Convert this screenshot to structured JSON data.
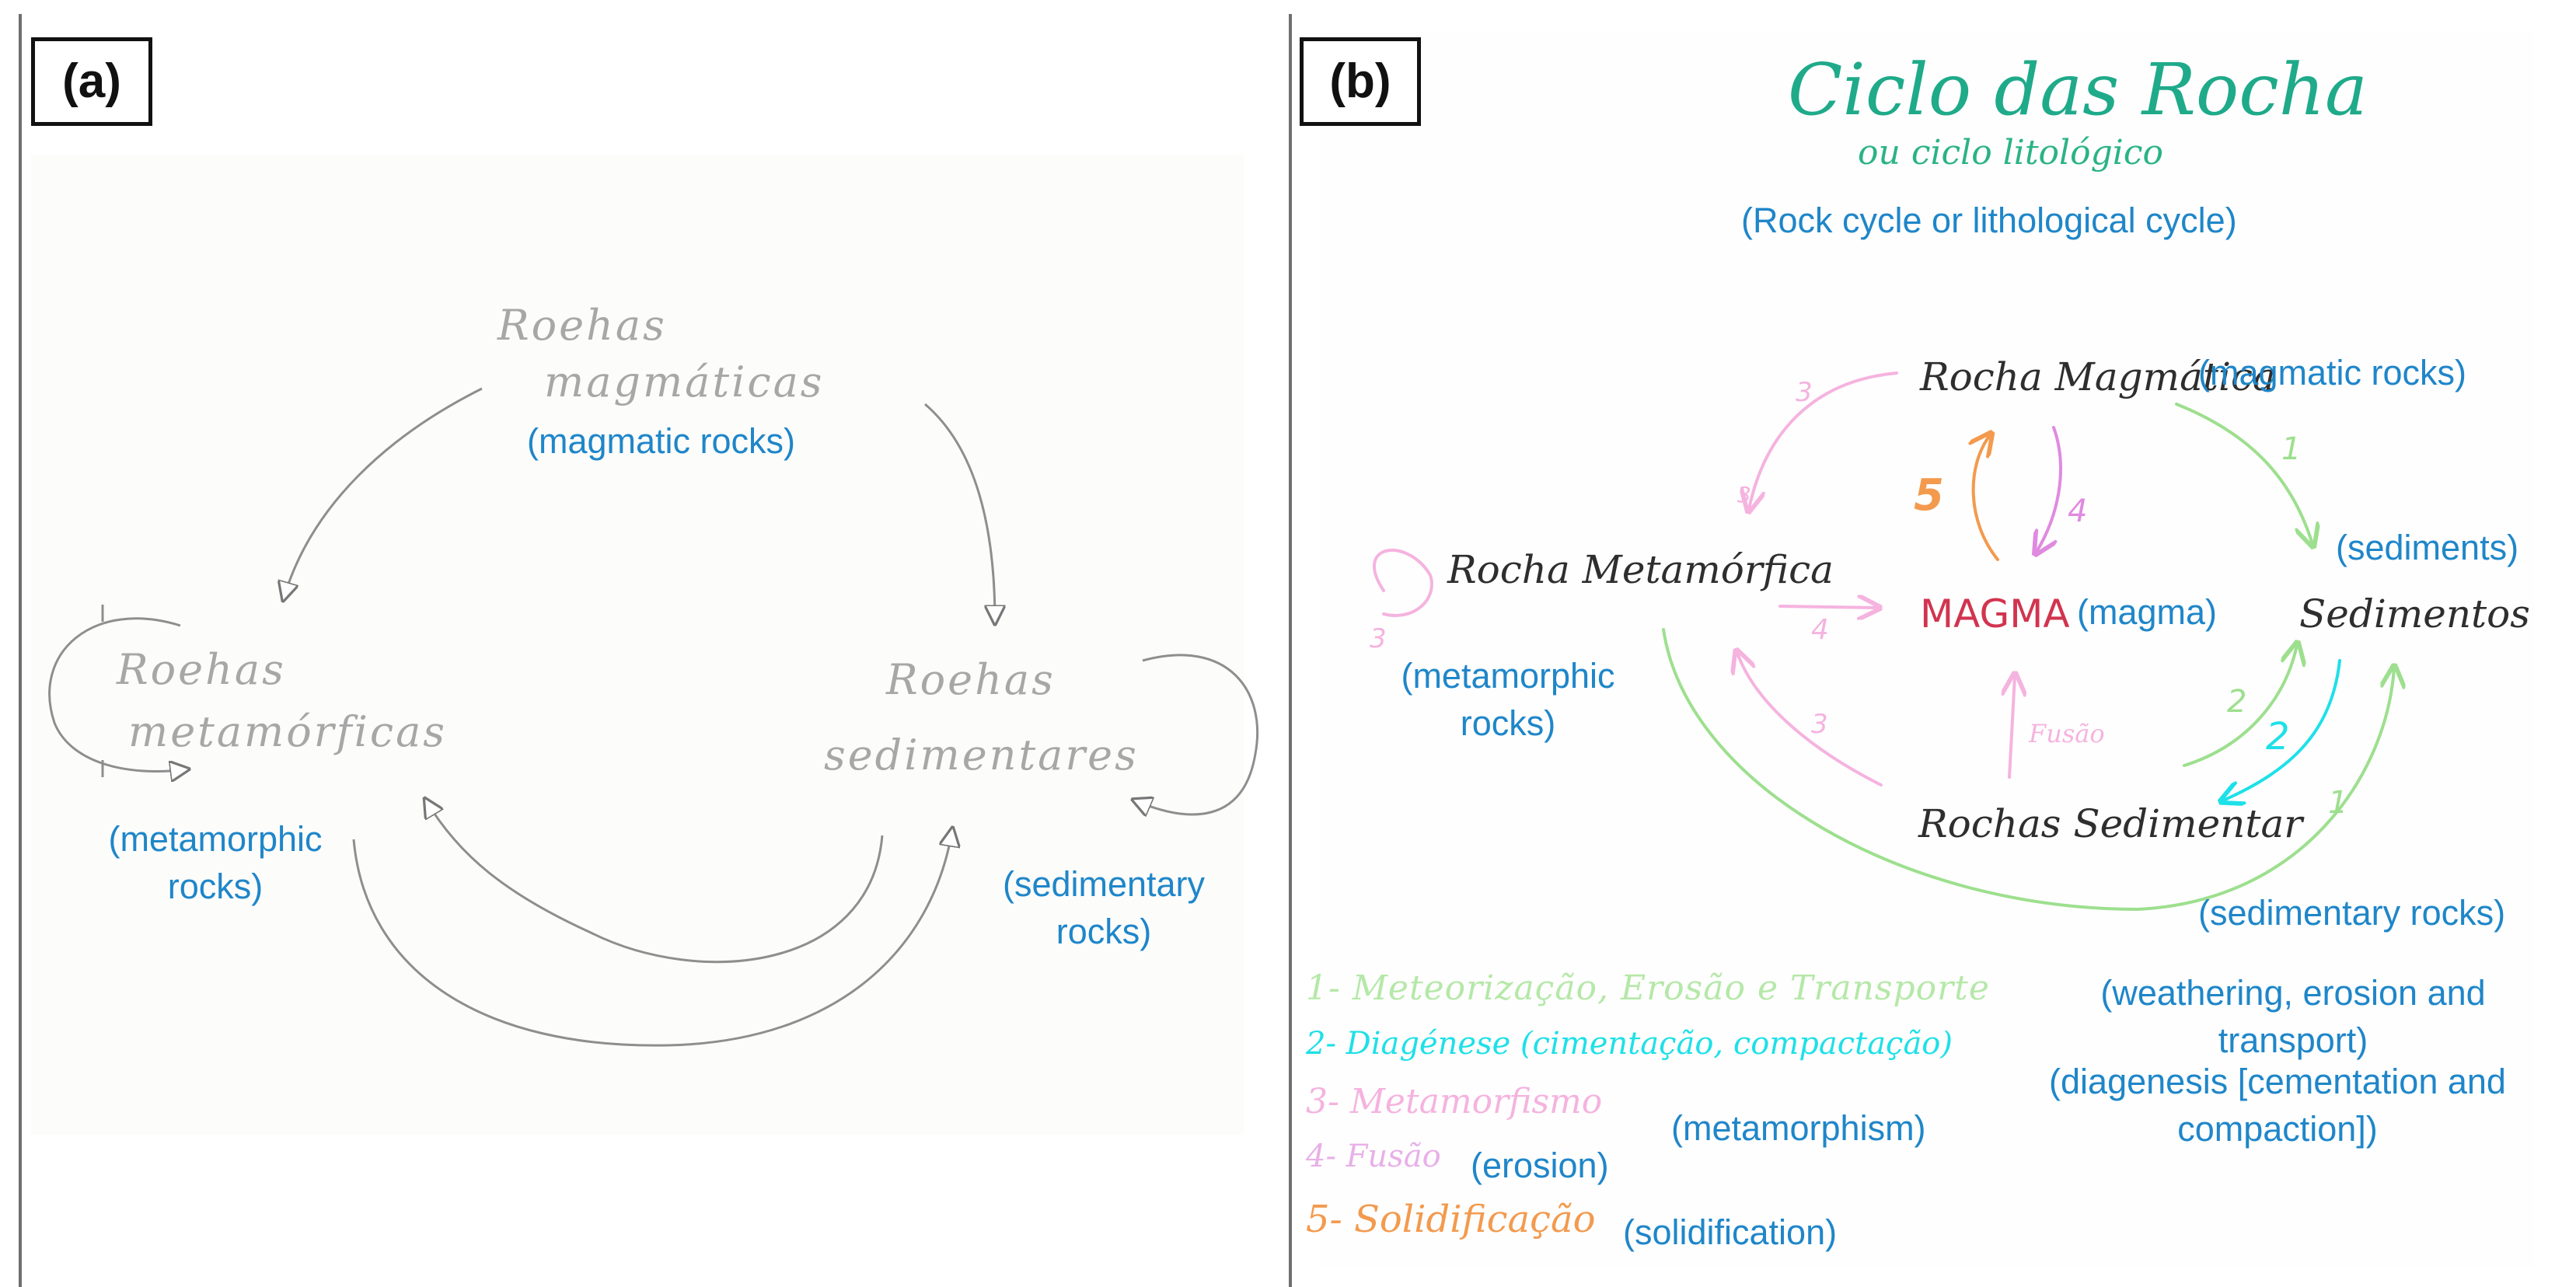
{
  "colors": {
    "annotation": "#1f86c9",
    "gray_pencil": "#a7a7a7",
    "green": "#9ddf8e",
    "cyan": "#1ee0e8",
    "pink": "#f5b3df",
    "violet": "#e08ae0",
    "orange": "#f39a4e",
    "red": "#d1344f",
    "title_green": "#1faa8a"
  },
  "panel_a": {
    "label": "(a)",
    "magmatic": {
      "line1": "Roehas",
      "line2": "magmáticas",
      "translation": "(magmatic rocks)"
    },
    "metamorphic": {
      "line1": "Roehas",
      "line2": "metamórficas",
      "translation_line1": "(metamorphic",
      "translation_line2": "rocks)"
    },
    "sedimentary": {
      "line1": "Roehas",
      "line2": "sedimentares",
      "translation_line1": "(sedimentary",
      "translation_line2": "rocks)"
    }
  },
  "panel_b": {
    "label": "(b)",
    "title": "Ciclo das Rocha",
    "subtitle": "ou ciclo litológico",
    "title_translation": "(Rock cycle or lithological cycle)",
    "magmatic": {
      "text": "Rocha Magmática",
      "translation": "(magmatic rocks)"
    },
    "metamorphic": {
      "text": "Rocha Metamórfica",
      "translation_line1": "(metamorphic",
      "translation_line2": "rocks)"
    },
    "magma": {
      "text": "MAGMA",
      "translation": "(magma)"
    },
    "sediments": {
      "text": "Sedimentos",
      "translation": "(sediments)"
    },
    "sedimentary": {
      "text": "Rochas Sedimentar",
      "translation": "(sedimentary rocks)"
    },
    "fusion_label": "Fusão",
    "arrow_numbers": {
      "top_left": "3",
      "top_left_tip": "3",
      "magma_right": "4",
      "magma_left": "5",
      "meta_loop": "3",
      "meta_to_magma": "4",
      "sed_to_meta": "3",
      "green_top": "1",
      "cyan": "2",
      "green_mid": "2",
      "green_bottom": "1"
    },
    "legend": [
      {
        "text": "1- Meteorização, Erosão e Transporte",
        "translation_line1": "(weathering, erosion and",
        "translation_line2": "transport)"
      },
      {
        "text": "2- Diagénese (cimentação, compactação)",
        "translation_line1": "(diagenesis [cementation and",
        "translation_line2": "compaction])"
      },
      {
        "text": "3- Metamorfismo",
        "translation": "(metamorphism)"
      },
      {
        "text": "4- Fusão",
        "translation": "(erosion)"
      },
      {
        "text": "5- Solidificação",
        "translation": "(solidification)"
      }
    ]
  }
}
